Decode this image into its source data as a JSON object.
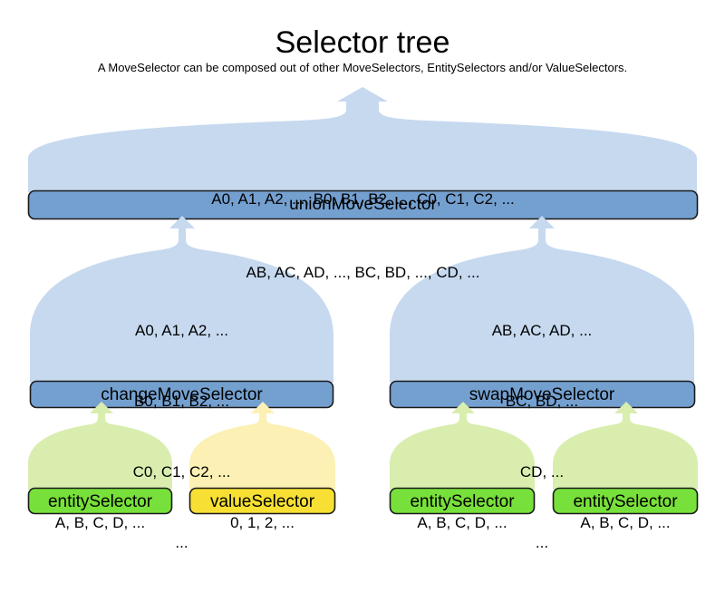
{
  "header": {
    "title": "Selector tree",
    "subtitle": "A MoveSelector can be composed out of other MoveSelectors, EntitySelectors and/or ValueSelectors."
  },
  "colors": {
    "move_fill": "#c6d9ef",
    "move_bar": "#74a0d0",
    "entity_fill": "#d9eeae",
    "entity_bar": "#78e03a",
    "value_fill": "#fcf0b4",
    "value_bar": "#f7e033",
    "stroke": "#1a1a1a"
  },
  "nodes": {
    "union": {
      "label": "unionMoveSelector",
      "lines": [
        "A0, A1, A2, ..., B0, B1, B2, ..., C0, C1, C2, ...",
        "AB, AC, AD, ..., BC, BD, ..., CD, ..."
      ],
      "kind": "move-selector"
    },
    "change": {
      "label": "changeMoveSelector",
      "lines": [
        "A0, A1, A2, ...",
        "B0, B1, B2, ...",
        "C0, C1, C2, ...",
        "..."
      ],
      "kind": "move-selector"
    },
    "swap": {
      "label": "swapMoveSelector",
      "lines": [
        "AB, AC, AD, ...",
        "BC, BD, ...",
        "CD, ...",
        "..."
      ],
      "kind": "move-selector"
    },
    "entity_1": {
      "label": "entitySelector",
      "lines": [
        "A, B, C, D, ..."
      ],
      "kind": "entity-selector"
    },
    "value_1": {
      "label": "valueSelector",
      "lines": [
        "0, 1, 2, ..."
      ],
      "kind": "value-selector"
    },
    "entity_2": {
      "label": "entitySelector",
      "lines": [
        "A, B, C, D, ..."
      ],
      "kind": "entity-selector"
    },
    "entity_3": {
      "label": "entitySelector",
      "lines": [
        "A, B, C, D, ..."
      ],
      "kind": "entity-selector"
    }
  }
}
